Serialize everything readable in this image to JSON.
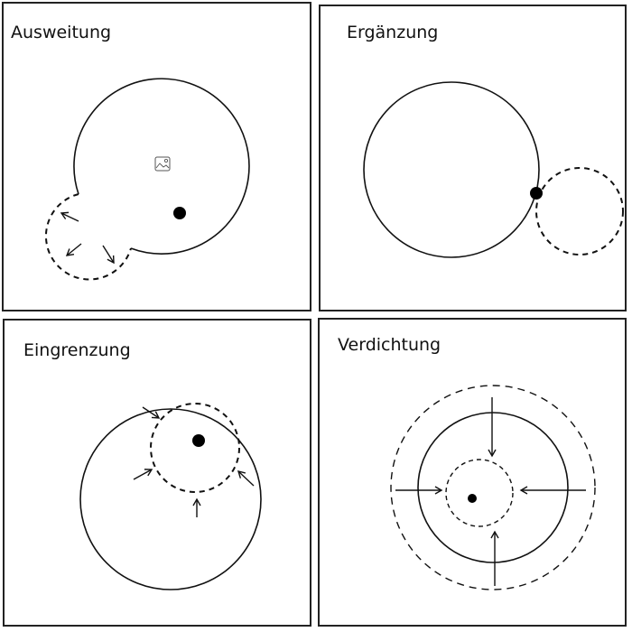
{
  "panels": [
    {
      "title": "Ausweitung",
      "icon": "image-placeholder-icon"
    },
    {
      "title": "Ergänzung"
    },
    {
      "title": "Eingrenzung"
    },
    {
      "title": "Verdichtung"
    }
  ]
}
